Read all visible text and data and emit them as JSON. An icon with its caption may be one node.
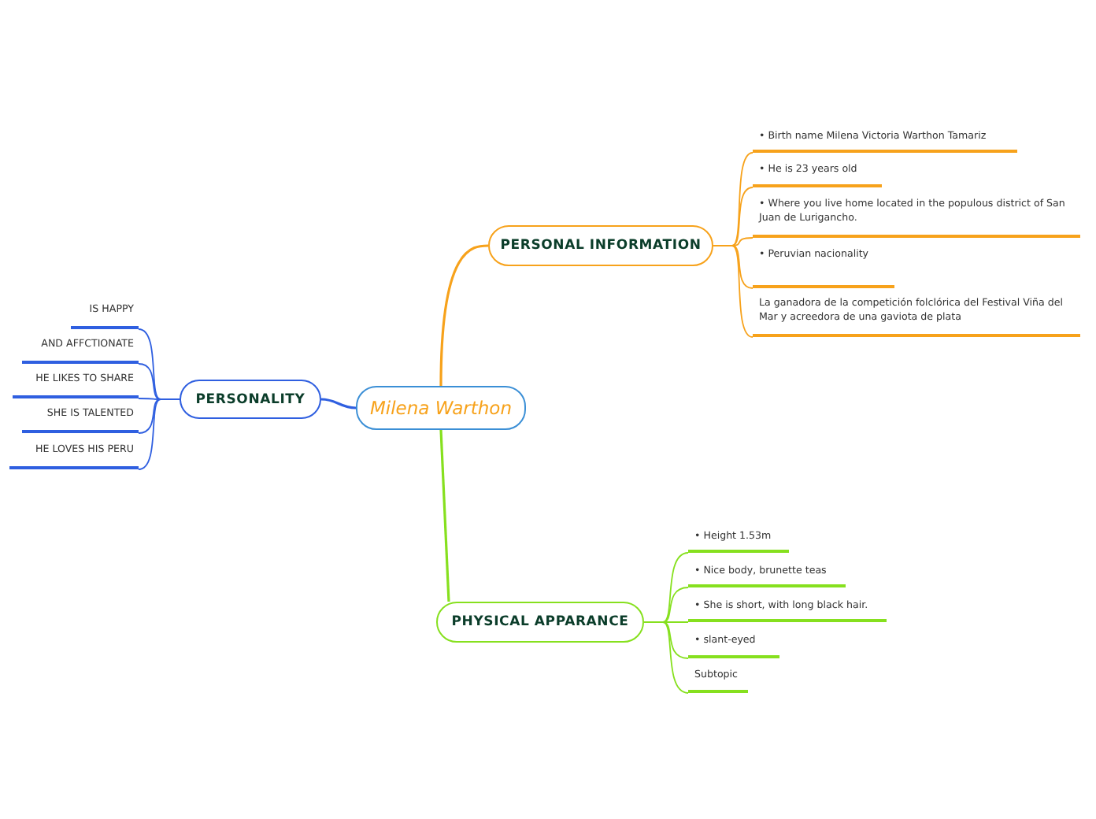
{
  "diagram": {
    "nodes": [
      {
        "text": [
          "Milena Warthon"
        ]
      },
      {
        "text": [
          "PERSONAL INFORMATION"
        ]
      },
      {
        "text": [
          "• Birth name Milena Victoria Warthon Tamariz"
        ]
      },
      {
        "text": [
          "• He is 23 years old"
        ]
      },
      {
        "text": [
          "• Where you live home located in the populous district of San Juan de Lurigancho."
        ]
      },
      {
        "text": [
          "• Peruvian nacionality"
        ]
      },
      {
        "text": [
          "La ganadora de la competición folclórica del Festival Viña del Mar y acreedora de una gaviota de plata"
        ]
      },
      {
        "text": [
          "PHYSICAL APPARANCE"
        ]
      },
      {
        "text": [
          "• Height 1.53m"
        ]
      },
      {
        "text": [
          "• Nice body, brunette teas"
        ]
      },
      {
        "text": [
          "• She is short, with long black hair."
        ]
      },
      {
        "text": [
          "• slant-eyed"
        ]
      },
      {
        "text": [
          "Subtopic"
        ]
      },
      {
        "text": [
          "PERSONALITY"
        ]
      },
      {
        "text": [
          "IS HAPPY"
        ]
      },
      {
        "text": [
          "AND AFFCTIONATE"
        ]
      },
      {
        "text": [
          "HE LIKES TO SHARE"
        ]
      },
      {
        "text": [
          "SHE IS TALENTED"
        ]
      },
      {
        "text": [
          "HE LOVES HIS PERU"
        ]
      }
    ],
    "edges": [
      {
        "from": 0,
        "to": 1,
        "arrow": "none",
        "color": "#f7a21b"
      },
      {
        "from": 1,
        "to": 2,
        "arrow": "none",
        "color": "#f7a21b"
      },
      {
        "from": 1,
        "to": 3,
        "arrow": "none",
        "color": "#f7a21b"
      },
      {
        "from": 1,
        "to": 4,
        "arrow": "none",
        "color": "#f7a21b"
      },
      {
        "from": 1,
        "to": 5,
        "arrow": "none",
        "color": "#f7a21b"
      },
      {
        "from": 1,
        "to": 6,
        "arrow": "none",
        "color": "#f7a21b"
      },
      {
        "from": 0,
        "to": 7,
        "arrow": "none",
        "color": "#86e01e"
      },
      {
        "from": 7,
        "to": 8,
        "arrow": "none",
        "color": "#86e01e"
      },
      {
        "from": 7,
        "to": 9,
        "arrow": "none",
        "color": "#86e01e"
      },
      {
        "from": 7,
        "to": 10,
        "arrow": "none",
        "color": "#86e01e"
      },
      {
        "from": 7,
        "to": 11,
        "arrow": "none",
        "color": "#86e01e"
      },
      {
        "from": 7,
        "to": 12,
        "arrow": "none",
        "color": "#86e01e"
      },
      {
        "from": 0,
        "to": 13,
        "arrow": "none",
        "color": "#2f5fe0"
      },
      {
        "from": 13,
        "to": 14,
        "arrow": "none",
        "color": "#2f5fe0"
      },
      {
        "from": 13,
        "to": 15,
        "arrow": "none",
        "color": "#2f5fe0"
      },
      {
        "from": 13,
        "to": 16,
        "arrow": "none",
        "color": "#2f5fe0"
      },
      {
        "from": 13,
        "to": 17,
        "arrow": "none",
        "color": "#2f5fe0"
      },
      {
        "from": 13,
        "to": 18,
        "arrow": "none",
        "color": "#2f5fe0"
      }
    ]
  }
}
